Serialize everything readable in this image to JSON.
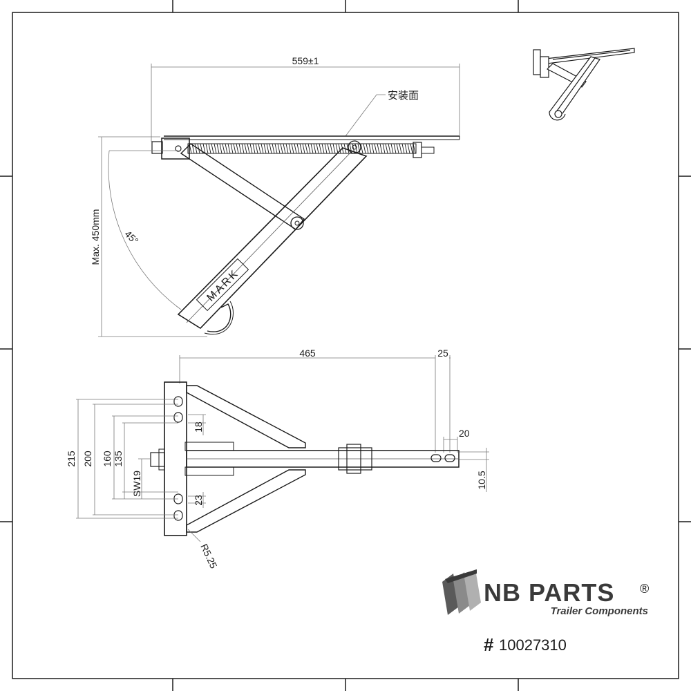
{
  "drawing": {
    "side_view": {
      "length_label": "559±1",
      "mount_label": "安装面",
      "height_label": "Max. 450mm",
      "angle_label": "45°",
      "stamp": "MARK"
    },
    "top_view": {
      "length_465": "465",
      "offset_25": "25",
      "slot_20": "20",
      "height_10_5": "10.5",
      "dim_215": "215",
      "dim_200": "200",
      "dim_160": "160",
      "dim_135": "135",
      "dim_18": "18",
      "dim_23": "23",
      "wrench_label": "SW19",
      "radius_label": "R5.25"
    }
  },
  "branding": {
    "logo_name": "NB PARTS",
    "registered_mark": "®",
    "tagline": "Trailer Components",
    "hash": "#",
    "part_number": "10027310"
  }
}
